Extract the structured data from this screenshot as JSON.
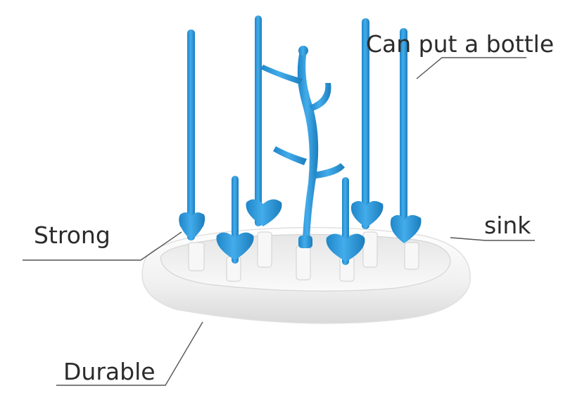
{
  "photo": {
    "subject": "bottle-drying-rack",
    "colors": {
      "rack": "#2f9bd6",
      "rack_dark": "#1f7fb8",
      "tray": "#f4f4f4",
      "line": "#555555"
    }
  },
  "callouts": {
    "bottle": "Can put a bottle",
    "sink": "sink",
    "strong": "Strong",
    "durable": "Durable"
  }
}
